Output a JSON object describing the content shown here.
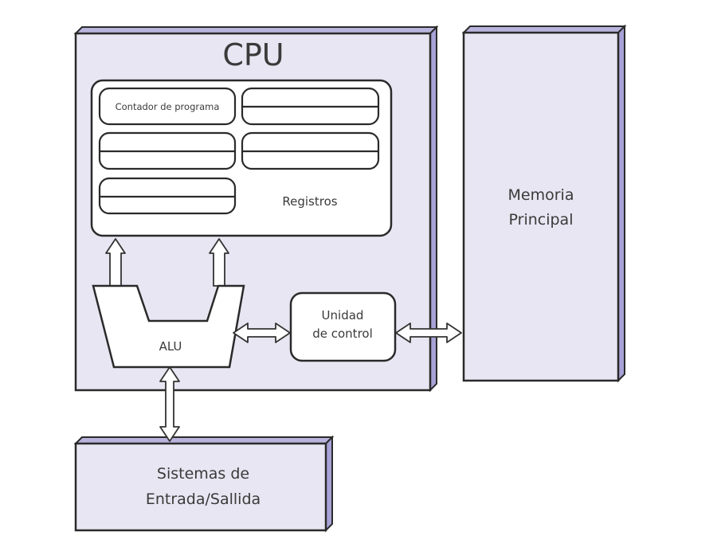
{
  "diagram": {
    "title": "CPU architecture block diagram",
    "cpu": {
      "label": "CPU"
    },
    "registers": {
      "group_label": "Registros",
      "items": [
        {
          "label": "Contador de programa"
        },
        {
          "label": ""
        },
        {
          "label": ""
        },
        {
          "label": ""
        },
        {
          "label": ""
        }
      ]
    },
    "alu": {
      "label": "ALU"
    },
    "control_unit": {
      "line1": "Unidad",
      "line2": "de control"
    },
    "memory": {
      "line1": "Memoria",
      "line2": "Principal"
    },
    "io": {
      "line1": "Sistemas de",
      "line2": "Entrada/Sallida"
    },
    "connections": [
      {
        "from": "alu",
        "to": "registers",
        "direction": "up"
      },
      {
        "from": "alu",
        "to": "registers",
        "direction": "up"
      },
      {
        "from": "alu",
        "to": "control_unit",
        "direction": "bidirectional"
      },
      {
        "from": "control_unit",
        "to": "memory",
        "direction": "bidirectional"
      },
      {
        "from": "alu",
        "to": "io",
        "direction": "bidirectional"
      }
    ],
    "colors": {
      "box_fill": "#e8e6f2",
      "box_edge": "#a7a2d6",
      "stroke": "#2a2a2a",
      "inner_fill": "#ffffff"
    }
  }
}
